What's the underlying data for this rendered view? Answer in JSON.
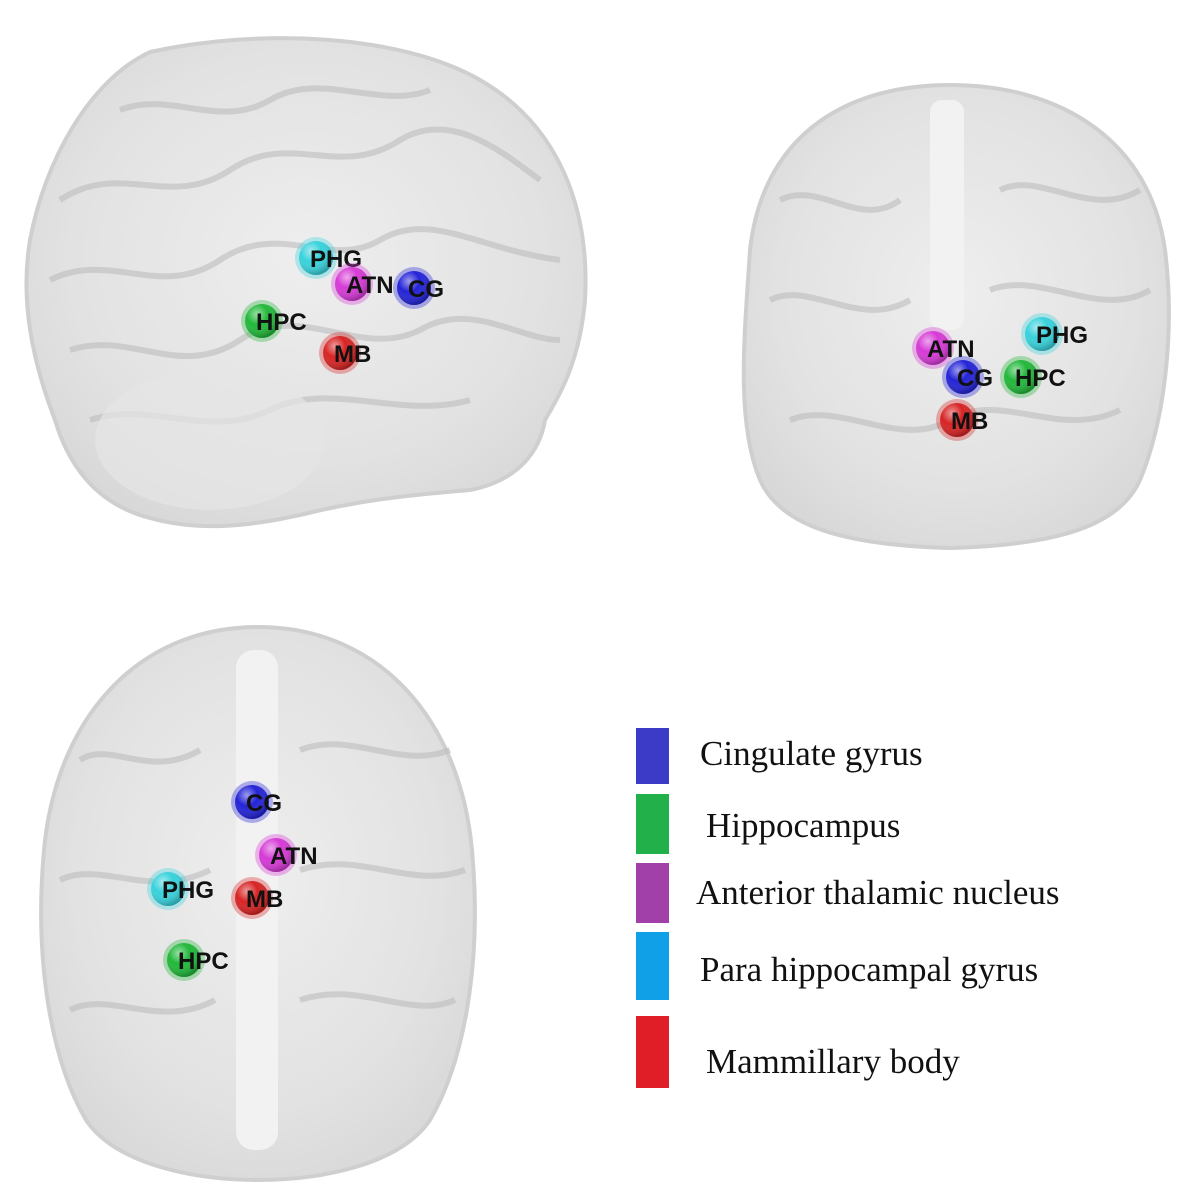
{
  "nodes": [
    {
      "id": "CG",
      "label": "CG",
      "color": "#2424d8"
    },
    {
      "id": "HPC",
      "label": "HPC",
      "color": "#22b83a"
    },
    {
      "id": "ATN",
      "label": "ATN",
      "color": "#d63ad6"
    },
    {
      "id": "PHG",
      "label": "PHG",
      "color": "#38d2dc"
    },
    {
      "id": "MB",
      "label": "MB",
      "color": "#d82424"
    }
  ],
  "legend": [
    {
      "label": "Cingulate gyrus",
      "color": "#3b3bc8"
    },
    {
      "label": "Hippocampus",
      "color": "#22b04a"
    },
    {
      "label": "Anterior thalamic nucleus",
      "color": "#a040a8"
    },
    {
      "label": "Para hippocampal gyrus",
      "color": "#10a0e8"
    },
    {
      "label": "Mammillary body",
      "color": "#e01e28"
    }
  ]
}
